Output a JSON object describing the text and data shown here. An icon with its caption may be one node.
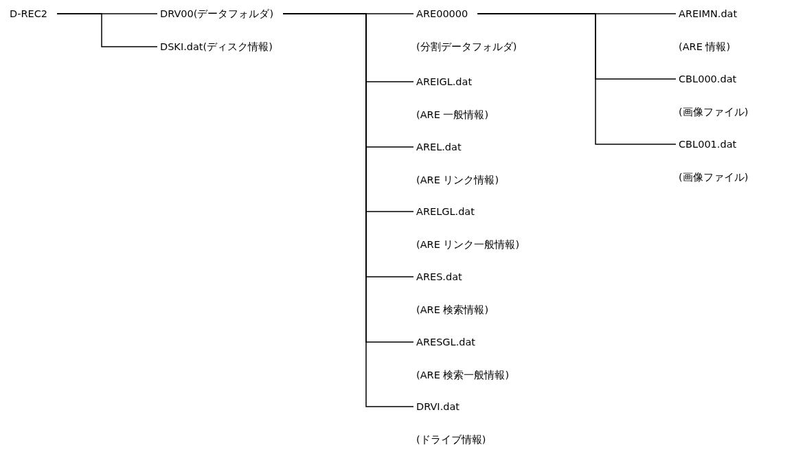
{
  "diagram": {
    "nodes": [
      {
        "text": [
          "D-REC2"
        ]
      },
      {
        "text": [
          "DRV00(データフォルダ)"
        ]
      },
      {
        "text": [
          "DSKI.dat(ディスク情報)"
        ]
      },
      {
        "text": [
          "ARE00000",
          "(分割データフォルダ)"
        ]
      },
      {
        "text": [
          "AREIGL.dat",
          "(ARE 一般情報)"
        ]
      },
      {
        "text": [
          "AREL.dat",
          "(ARE リンク情報)"
        ]
      },
      {
        "text": [
          "ARELGL.dat",
          "(ARE リンク一般情報)"
        ]
      },
      {
        "text": [
          "ARES.dat",
          "(ARE 検索情報)"
        ]
      },
      {
        "text": [
          "ARESGL.dat",
          "(ARE 検索一般情報)"
        ]
      },
      {
        "text": [
          "DRVI.dat",
          "(ドライブ情報)"
        ]
      },
      {
        "text": [
          "AREIMN.dat",
          "(ARE 情報)"
        ]
      },
      {
        "text": [
          "CBL000.dat",
          "(画像ファイル)"
        ]
      },
      {
        "text": [
          "CBL001.dat",
          "(画像ファイル)"
        ]
      }
    ],
    "edges": [
      {
        "from": 0,
        "to": 1,
        "arrow": "none"
      },
      {
        "from": 0,
        "to": 2,
        "arrow": "none"
      },
      {
        "from": 1,
        "to": 3,
        "arrow": "none"
      },
      {
        "from": 1,
        "to": 4,
        "arrow": "none"
      },
      {
        "from": 1,
        "to": 5,
        "arrow": "none"
      },
      {
        "from": 1,
        "to": 6,
        "arrow": "none"
      },
      {
        "from": 1,
        "to": 7,
        "arrow": "none"
      },
      {
        "from": 1,
        "to": 8,
        "arrow": "none"
      },
      {
        "from": 1,
        "to": 9,
        "arrow": "none"
      },
      {
        "from": 3,
        "to": 10,
        "arrow": "none"
      },
      {
        "from": 3,
        "to": 11,
        "arrow": "none"
      },
      {
        "from": 3,
        "to": 12,
        "arrow": "none"
      }
    ]
  }
}
